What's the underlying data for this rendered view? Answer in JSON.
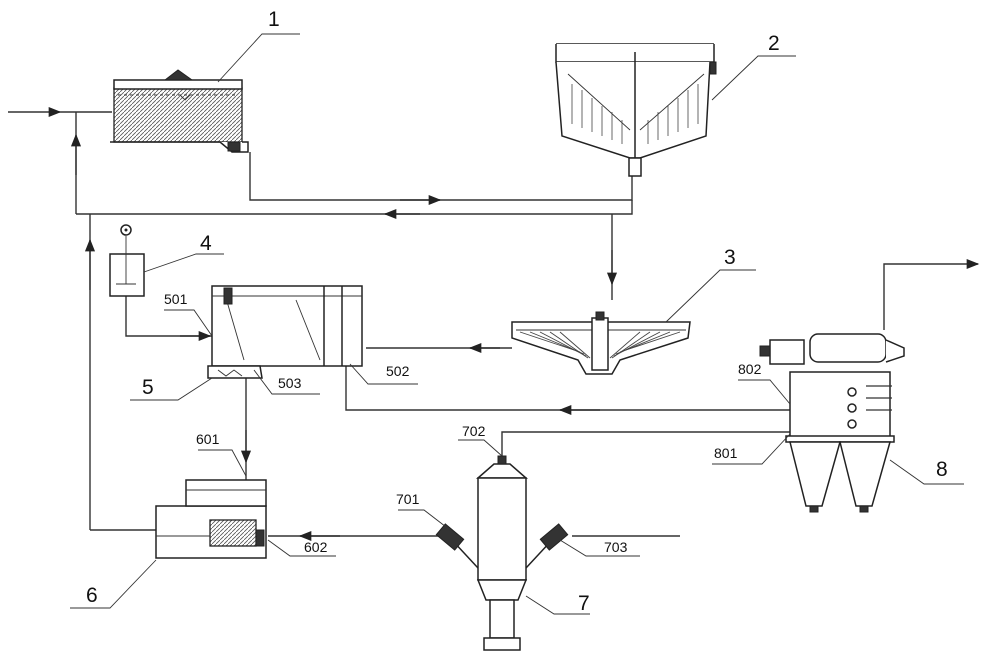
{
  "labels": {
    "n1": "1",
    "n2": "2",
    "n3": "3",
    "n4": "4",
    "n5": "5",
    "n6": "6",
    "n7": "7",
    "n8": "8",
    "l501": "501",
    "l502": "502",
    "l503": "503",
    "l601": "601",
    "l602": "602",
    "l701": "701",
    "l702": "702",
    "l703": "703",
    "l801": "801",
    "l802": "802"
  }
}
